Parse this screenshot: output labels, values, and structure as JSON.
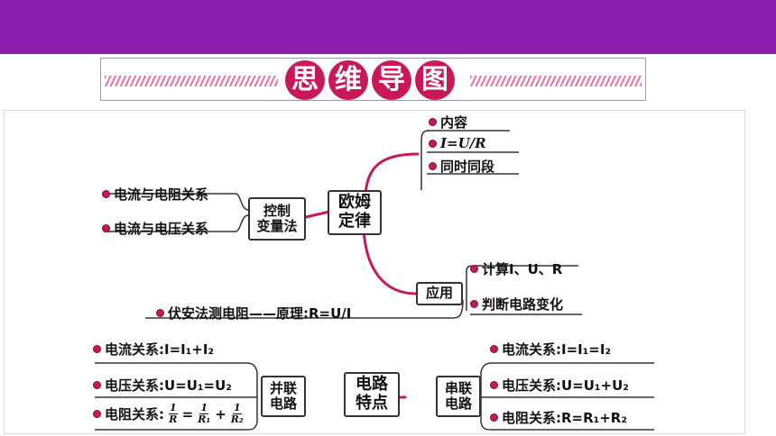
{
  "banner": {
    "title_chars": [
      "思",
      "维",
      "导",
      "图"
    ]
  },
  "ohm": {
    "center": [
      "欧姆",
      "定律"
    ],
    "content": [
      "内容",
      "I=U/R",
      "同时同段"
    ],
    "control": {
      "label": [
        "控制",
        "变量法"
      ],
      "items": [
        "电流与电阻关系",
        "电流与电压关系"
      ]
    },
    "application": {
      "label": "应用",
      "items": [
        "计算I、U、R",
        "判断电路变化"
      ],
      "method": "伏安法测电阻——原理:R=U/I"
    }
  },
  "circuit": {
    "center": [
      "电路",
      "特点"
    ],
    "parallel": {
      "label": [
        "并联",
        "电路"
      ],
      "current": "电流关系:I=I₁+I₂",
      "voltage": "电压关系:U=U₁=U₂",
      "resistance_prefix": "电阻关系:",
      "resistance_formula": {
        "lhs_num": "1",
        "lhs_den": "R",
        "t1_num": "1",
        "t1_den": "R₁",
        "t2_num": "1",
        "t2_den": "R₂"
      }
    },
    "series": {
      "label": [
        "串联",
        "电路"
      ],
      "current": "电流关系:I=I₁=I₂",
      "voltage": "电压关系:U=U₁+U₂",
      "resistance": "电阻关系:R=R₁+R₂"
    }
  },
  "colors": {
    "bar": "#8b1fae",
    "accent": "#c8185a"
  }
}
